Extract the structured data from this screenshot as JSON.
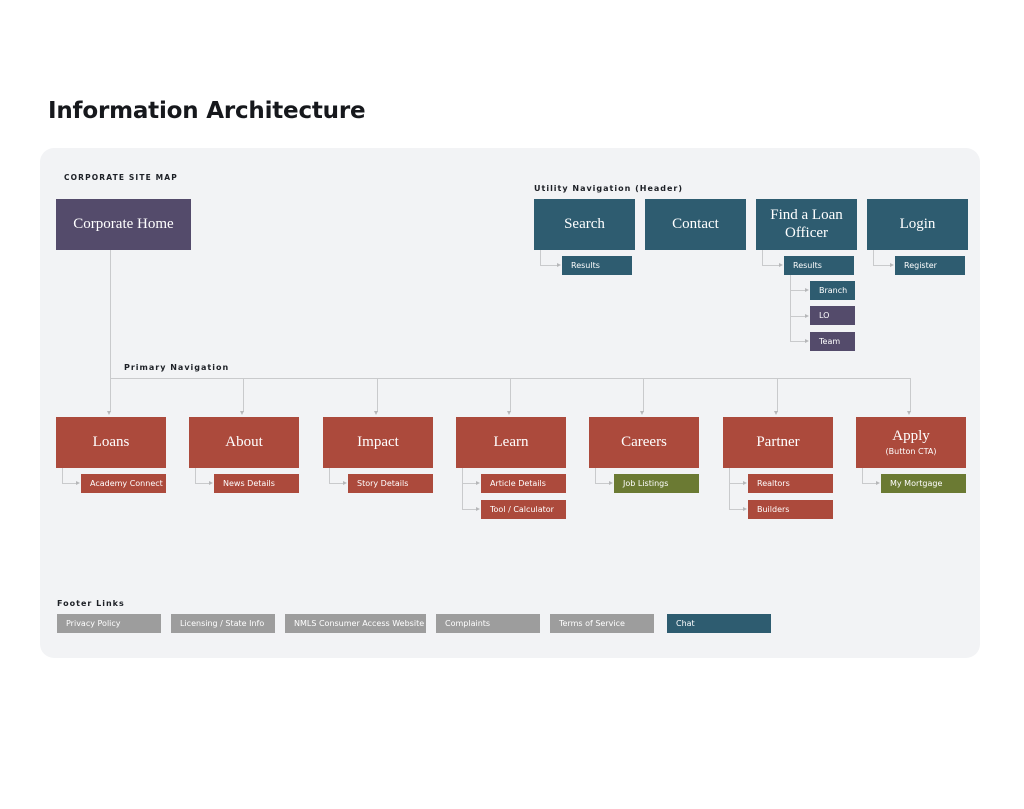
{
  "page": {
    "title": "Information Architecture"
  },
  "colors": {
    "purple": "#544B6B",
    "teal": "#2E5C70",
    "terracotta": "#AC4A3C",
    "olive": "#6B7A33",
    "gray": "#9D9D9D",
    "card_bg": "#F2F3F5",
    "connector": "#C9CACC",
    "page_bg": "#FFFFFF"
  },
  "sections": {
    "corporate_site_map_label": "CORPORATE SITE MAP",
    "utility_nav_label": "Utility Navigation (Header)",
    "primary_nav_label": "Primary Navigation",
    "footer_links_label": "Footer Links"
  },
  "root": {
    "label": "Corporate Home",
    "color": "purple"
  },
  "utility_nav": [
    {
      "label": "Search",
      "color": "teal",
      "children": [
        {
          "label": "Results",
          "color": "teal"
        }
      ]
    },
    {
      "label": "Contact",
      "color": "teal",
      "children": []
    },
    {
      "label": "Find a Loan Officer",
      "color": "teal",
      "children": [
        {
          "label": "Results",
          "color": "teal"
        },
        {
          "label": "Branch",
          "color": "teal"
        },
        {
          "label": "LO",
          "color": "purple"
        },
        {
          "label": "Team",
          "color": "purple"
        }
      ]
    },
    {
      "label": "Login",
      "color": "teal",
      "children": [
        {
          "label": "Register",
          "color": "teal"
        }
      ]
    }
  ],
  "primary_nav": [
    {
      "label": "Loans",
      "color": "terracotta",
      "children": [
        {
          "label": "Academy Connect",
          "color": "terracotta"
        }
      ]
    },
    {
      "label": "About",
      "color": "terracotta",
      "children": [
        {
          "label": "News Details",
          "color": "terracotta"
        }
      ]
    },
    {
      "label": "Impact",
      "color": "terracotta",
      "children": [
        {
          "label": "Story Details",
          "color": "terracotta"
        }
      ]
    },
    {
      "label": "Learn",
      "color": "terracotta",
      "children": [
        {
          "label": "Article Details",
          "color": "terracotta"
        },
        {
          "label": "Tool / Calculator",
          "color": "terracotta"
        }
      ]
    },
    {
      "label": "Careers",
      "color": "terracotta",
      "children": [
        {
          "label": "Job Listings",
          "color": "olive"
        }
      ]
    },
    {
      "label": "Partner",
      "color": "terracotta",
      "children": [
        {
          "label": "Realtors",
          "color": "terracotta"
        },
        {
          "label": "Builders",
          "color": "terracotta"
        }
      ]
    },
    {
      "label": "Apply",
      "sublabel": "(Button CTA)",
      "color": "terracotta",
      "children": [
        {
          "label": "My Mortgage",
          "color": "olive"
        }
      ]
    }
  ],
  "footer_links": [
    {
      "label": "Privacy Policy",
      "color": "gray"
    },
    {
      "label": "Licensing / State Info",
      "color": "gray"
    },
    {
      "label": "NMLS Consumer Access Website",
      "color": "gray"
    },
    {
      "label": "Complaints",
      "color": "gray"
    },
    {
      "label": "Terms of Service",
      "color": "gray"
    },
    {
      "label": "Chat",
      "color": "teal"
    }
  ]
}
